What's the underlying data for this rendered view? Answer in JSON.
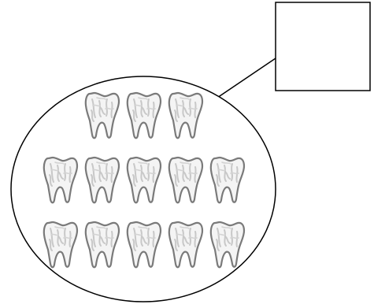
{
  "diagram": {
    "label_box": {
      "text": ""
    },
    "group": {
      "rows": [
        {
          "tooth_count": 3
        },
        {
          "tooth_count": 5
        },
        {
          "tooth_count": 5
        }
      ],
      "icon": "tooth-icon"
    },
    "colors": {
      "outline": "#000000",
      "tooth_stroke": "#7a7a7a",
      "tooth_fill": "#f4f4f4",
      "tooth_texture": "#c8c8c8",
      "background": "#ffffff"
    }
  }
}
